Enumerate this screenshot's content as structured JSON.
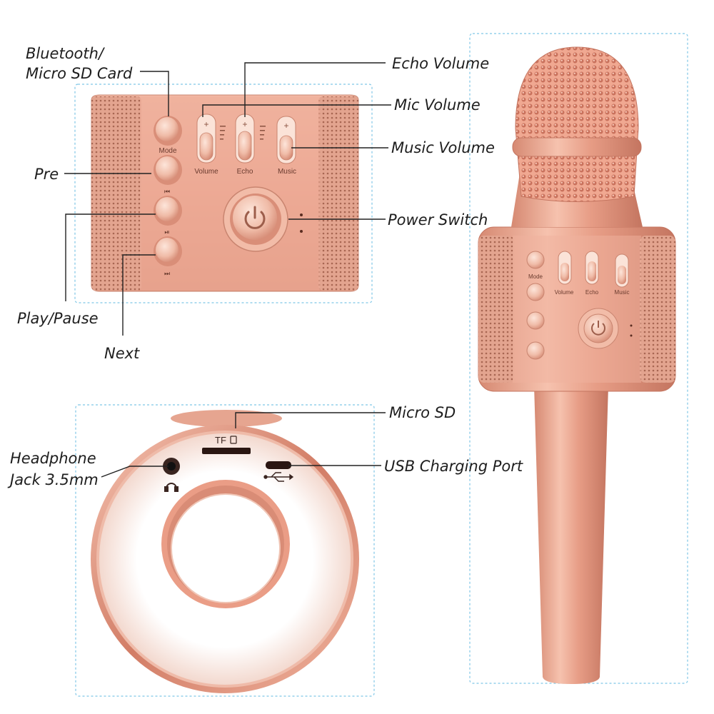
{
  "callouts": {
    "bluetooth_line1": "Bluetooth/",
    "bluetooth_line2": "Micro SD Card",
    "pre": "Pre",
    "play_pause": "Play/Pause",
    "next": "Next",
    "echo_volume": "Echo Volume",
    "mic_volume": "Mic Volume",
    "music_volume": "Music Volume",
    "power_switch": "Power Switch",
    "micro_sd": "Micro SD",
    "usb_port": "USB Charging Port",
    "headphone_line1": "Headphone",
    "headphone_line2": "Jack 3.5mm"
  },
  "panel_labels": {
    "mode": "Mode",
    "volume": "Volume",
    "echo": "Echo",
    "music": "Music",
    "tf_slot": "TF",
    "prev_glyph": "⏮",
    "play_glyph": "⏯",
    "next_glyph": "⏭"
  },
  "colors": {
    "rose_gold": "#e8a28c",
    "rose_gold_dark": "#c9806a",
    "rose_gold_light": "#f6cdbd",
    "frame_dash": "#7fc6e6",
    "leader_line": "#222222"
  },
  "icons": [
    "power-icon",
    "headphone-icon",
    "usb-icon",
    "sd-card-icon"
  ]
}
